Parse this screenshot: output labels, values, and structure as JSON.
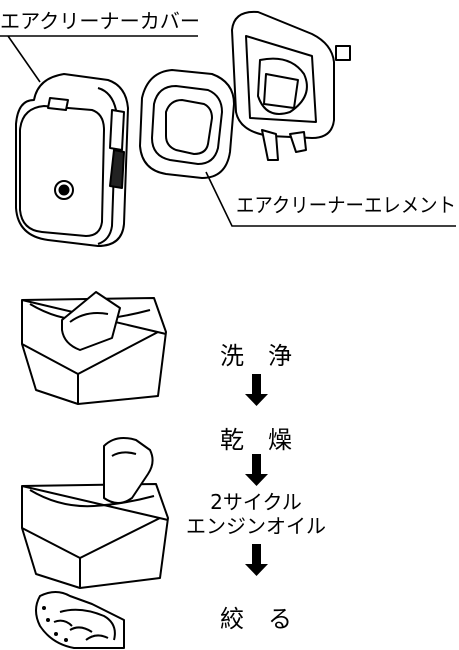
{
  "labels": {
    "air_cleaner_cover": "エアクリーナーカバー",
    "air_cleaner_element": "エアクリーナーエレメント"
  },
  "steps": [
    {
      "text": "洗　浄"
    },
    {
      "text": "乾　燥"
    },
    {
      "lines": [
        "2サイクル",
        "エンジンオイル"
      ]
    },
    {
      "text": "絞　る"
    }
  ]
}
